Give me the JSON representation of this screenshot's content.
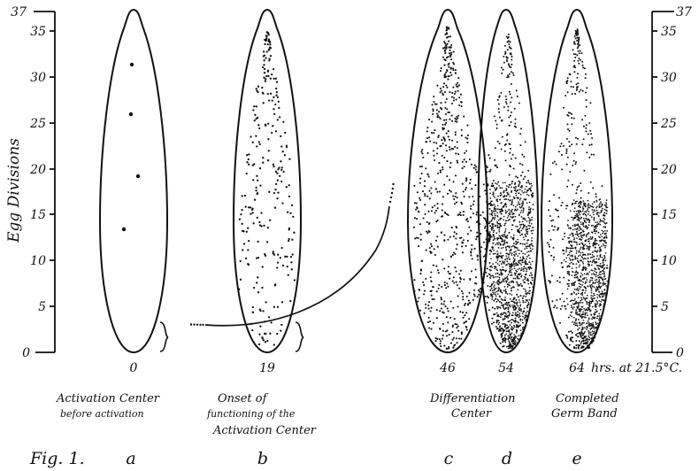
{
  "axis": {
    "title": "Egg Divisions",
    "ticks": [
      "0",
      "5",
      "10",
      "15",
      "20",
      "25",
      "30",
      "35",
      "37"
    ]
  },
  "time_axis": {
    "ticks": [
      "0",
      "19",
      "46",
      "54",
      "64"
    ],
    "unit": "hrs. at 21.5°C."
  },
  "captions": {
    "a": [
      "Activation Center",
      "before activation"
    ],
    "b": [
      "Onset of",
      "functioning of the",
      "Activation Center"
    ],
    "c": [
      "Differentiation",
      "Center"
    ],
    "e": [
      "Completed",
      "Germ Band"
    ]
  },
  "figure_label": "Fig. 1.",
  "stage_letters": [
    "a",
    "b",
    "c",
    "d",
    "e"
  ]
}
